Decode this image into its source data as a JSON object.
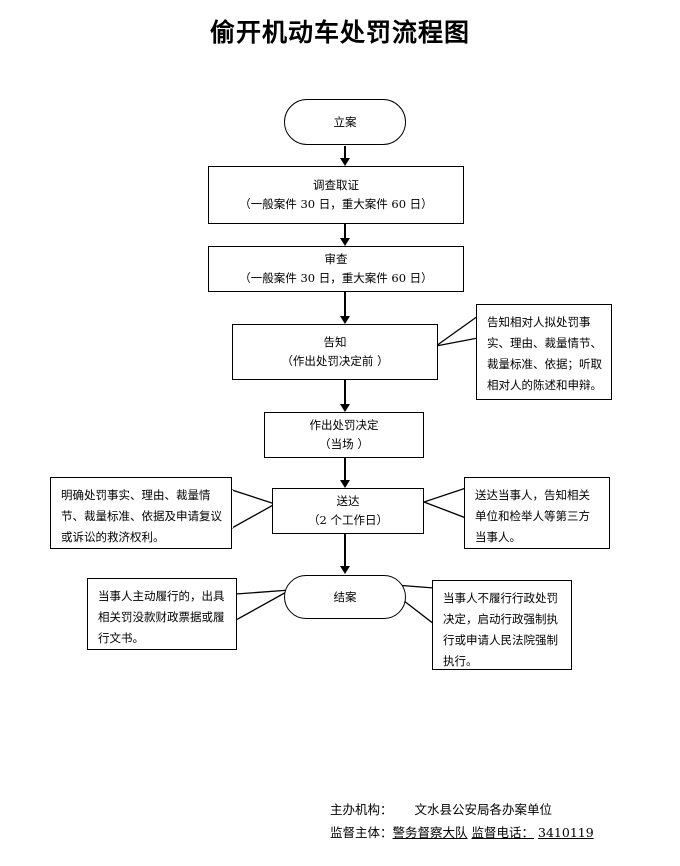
{
  "title": "偷开机动车处罚流程图",
  "flow": {
    "nodes": [
      {
        "id": "filing",
        "shape": "terminal",
        "line1": "立案",
        "line2": ""
      },
      {
        "id": "investigate",
        "shape": "process",
        "line1": "调查取证",
        "line2": "（一般案件 30 日，重大案件 60 日）"
      },
      {
        "id": "review",
        "shape": "process",
        "line1": "审查",
        "line2": "（一般案件 30 日，重大案件 60 日）"
      },
      {
        "id": "notify",
        "shape": "process",
        "line1": "告知",
        "line2": "（作出处罚决定前 ）"
      },
      {
        "id": "decision",
        "shape": "process",
        "line1": "作出处罚决定",
        "line2": "（当场 ）"
      },
      {
        "id": "serve",
        "shape": "process",
        "line1": "送达",
        "line2": "（2 个工作日）"
      },
      {
        "id": "close",
        "shape": "terminal",
        "line1": "结案",
        "line2": ""
      }
    ],
    "callouts": [
      {
        "id": "notify-note",
        "side": "right",
        "text": "告知相对人拟处罚事实、理由、裁量情节、裁量标准、依据；听取相对人的陈述和申辩。"
      },
      {
        "id": "serve-left-note",
        "side": "left",
        "text": "明确处罚事实、理由、裁量情节、裁量标准、依据及申请复议或诉讼的救济权利。"
      },
      {
        "id": "serve-right-note",
        "side": "right",
        "text": "送达当事人，告知相关单位和检举人等第三方当事人。"
      },
      {
        "id": "close-left-note",
        "side": "left",
        "text": "当事人主动履行的，出具相关罚没款财政票据或履行文书。"
      },
      {
        "id": "close-right-note",
        "side": "right",
        "text": "当事人不履行行政处罚决定，启动行政强制执行或申请人民法院强制执行。"
      }
    ]
  },
  "footer": {
    "line1_label": "主办机构：",
    "line1_value": "文水县公安局各办案单位",
    "line2_label": "监督主体：",
    "line2_value": "警务督察大队",
    "line2_label2": "监督电话：",
    "line2_value2": "3410119"
  },
  "colors": {
    "ink": "#000000",
    "paper": "#ffffff"
  }
}
